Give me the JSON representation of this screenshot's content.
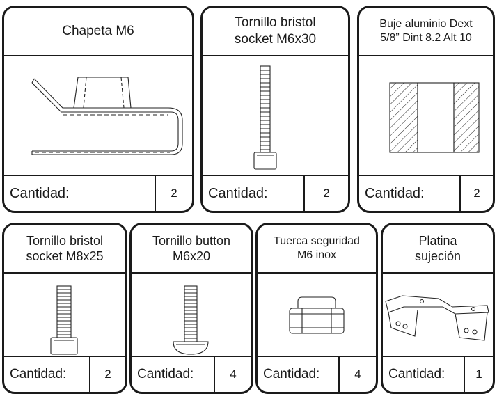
{
  "cards": [
    {
      "title": "Chapeta M6",
      "qty_label": "Cantidad:",
      "qty": "2"
    },
    {
      "title": "Tornillo bristol\nsocket M6x30",
      "qty_label": "Cantidad:",
      "qty": "2"
    },
    {
      "title": "Buje aluminio Dext\n5/8” Dint 8.2 Alt 10",
      "qty_label": "Cantidad:",
      "qty": "2"
    },
    {
      "title": "Tornillo bristol\nsocket M8x25",
      "qty_label": "Cantidad:",
      "qty": "2"
    },
    {
      "title": "Tornillo button\nM6x20",
      "qty_label": "Cantidad:",
      "qty": "4"
    },
    {
      "title": "Tuerca seguridad\nM6 inox",
      "qty_label": "Cantidad:",
      "qty": "4"
    },
    {
      "title": "Platina\nsujeción",
      "qty_label": "Cantidad:",
      "qty": "1"
    }
  ]
}
